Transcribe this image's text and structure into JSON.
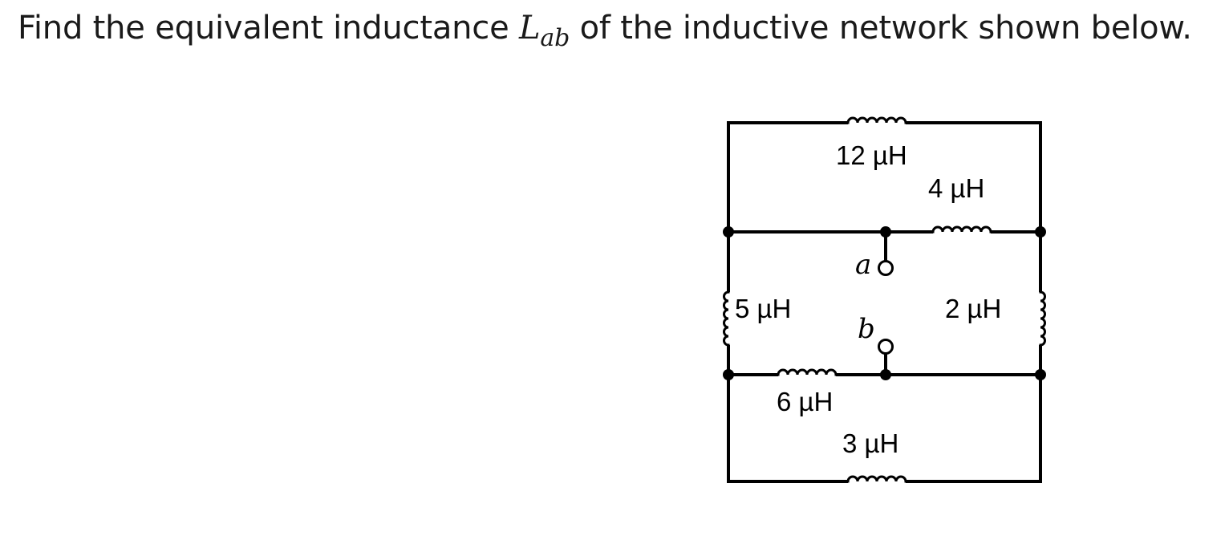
{
  "question": {
    "prefix": "Find the equivalent inductance ",
    "symbol_main": "L",
    "symbol_sub": "ab",
    "suffix": " of  the  inductive network shown below."
  },
  "circuit": {
    "inductors": [
      {
        "id": "L12",
        "label": "12 µH"
      },
      {
        "id": "L4",
        "label": "4 µH"
      },
      {
        "id": "L5",
        "label": "5 µH"
      },
      {
        "id": "L2",
        "label": "2 µH"
      },
      {
        "id": "L6",
        "label": "6 µH"
      },
      {
        "id": "L3",
        "label": "3 µH"
      }
    ],
    "terminals": {
      "a": "a",
      "b": "b"
    }
  }
}
